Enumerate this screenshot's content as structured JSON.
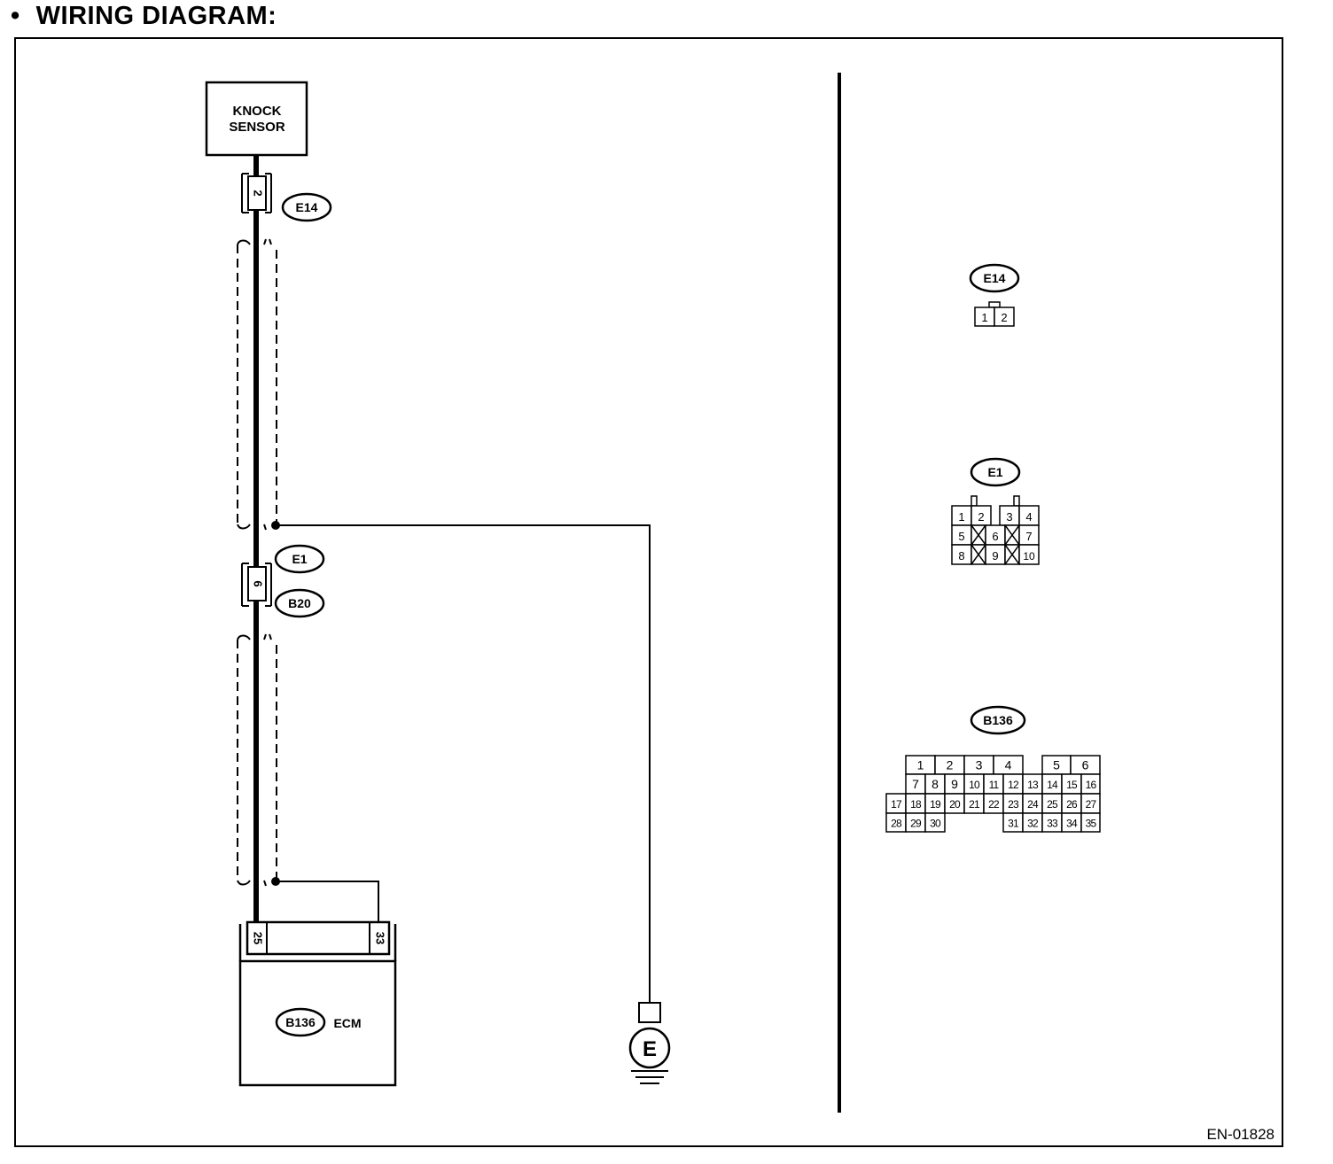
{
  "header": {
    "bullet": "•",
    "title": "WIRING DIAGRAM:"
  },
  "components": {
    "knock_sensor": {
      "line1": "KNOCK",
      "line2": "SENSOR"
    },
    "ecm": {
      "connector": "B136",
      "label": "ECM",
      "pin_left": "25",
      "pin_right": "33"
    },
    "ground": {
      "label": "E"
    }
  },
  "wire_connectors": {
    "e14": {
      "id": "E14",
      "pin": "2"
    },
    "e1_b20": {
      "id_top": "E1",
      "id_bottom": "B20",
      "pin": "6"
    }
  },
  "connector_views": {
    "e14": {
      "id": "E14",
      "pins": [
        "1",
        "2"
      ]
    },
    "e1": {
      "id": "E1",
      "rows": [
        [
          "1",
          "2",
          "3",
          "4"
        ],
        [
          "5",
          "6",
          "7"
        ],
        [
          "8",
          "9",
          "10"
        ]
      ]
    },
    "b136": {
      "id": "B136",
      "rows": [
        [
          "1",
          "2",
          "3",
          "4",
          "5",
          "6"
        ],
        [
          "7",
          "8",
          "9",
          "10",
          "11",
          "12",
          "13",
          "14",
          "15",
          "16"
        ],
        [
          "17",
          "18",
          "19",
          "20",
          "21",
          "22",
          "23",
          "24",
          "25",
          "26",
          "27"
        ],
        [
          "28",
          "29",
          "30",
          "31",
          "32",
          "33",
          "34",
          "35"
        ]
      ]
    }
  },
  "footer": {
    "code": "EN-01828"
  }
}
